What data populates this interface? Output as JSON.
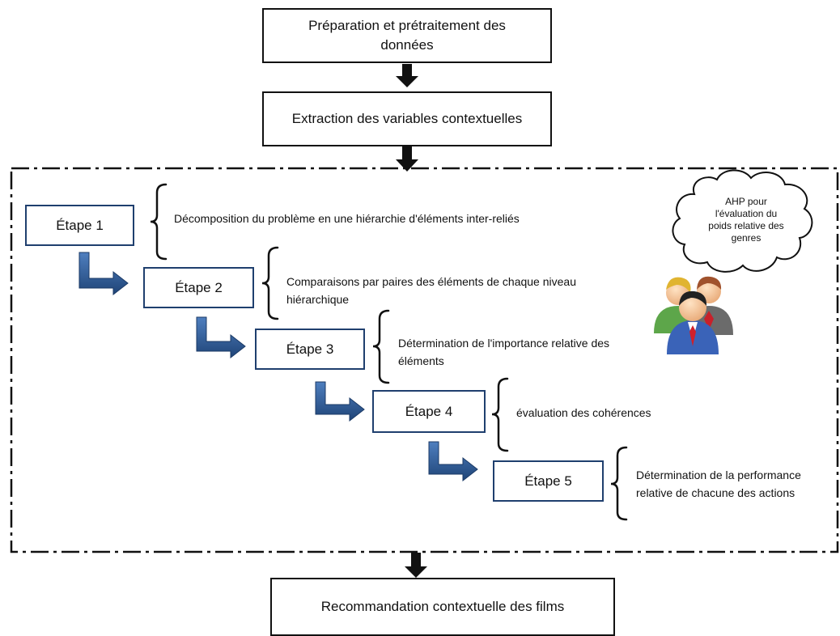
{
  "top_boxes": {
    "preparation": "Préparation et prétraitement des données",
    "extraction": "Extraction des variables contextuelles"
  },
  "bottom_box": "Recommandation contextuelle  des films",
  "steps": [
    {
      "label": "Étape  1",
      "description": "Décomposition du problème en une hiérarchie d'éléments inter-reliés"
    },
    {
      "label": "Étape 2",
      "description": "Comparaisons par paires des éléments de chaque niveau hiérarchique"
    },
    {
      "label": "Étape 3",
      "description": "Détermination de l'importance relative des éléments"
    },
    {
      "label": "Étape 4",
      "description": "évaluation  des cohérences"
    },
    {
      "label": "Étape 5",
      "description": "Détermination de la performance relative  de chacune des actions"
    }
  ],
  "cloud": "AHP pour l'évaluation du poids relative des genres",
  "icons": {
    "group": "people-group-icon"
  },
  "colors": {
    "step_border": "#1f3f6e",
    "step_arrow": "#2f5d93",
    "flow_arrow": "#111111"
  }
}
